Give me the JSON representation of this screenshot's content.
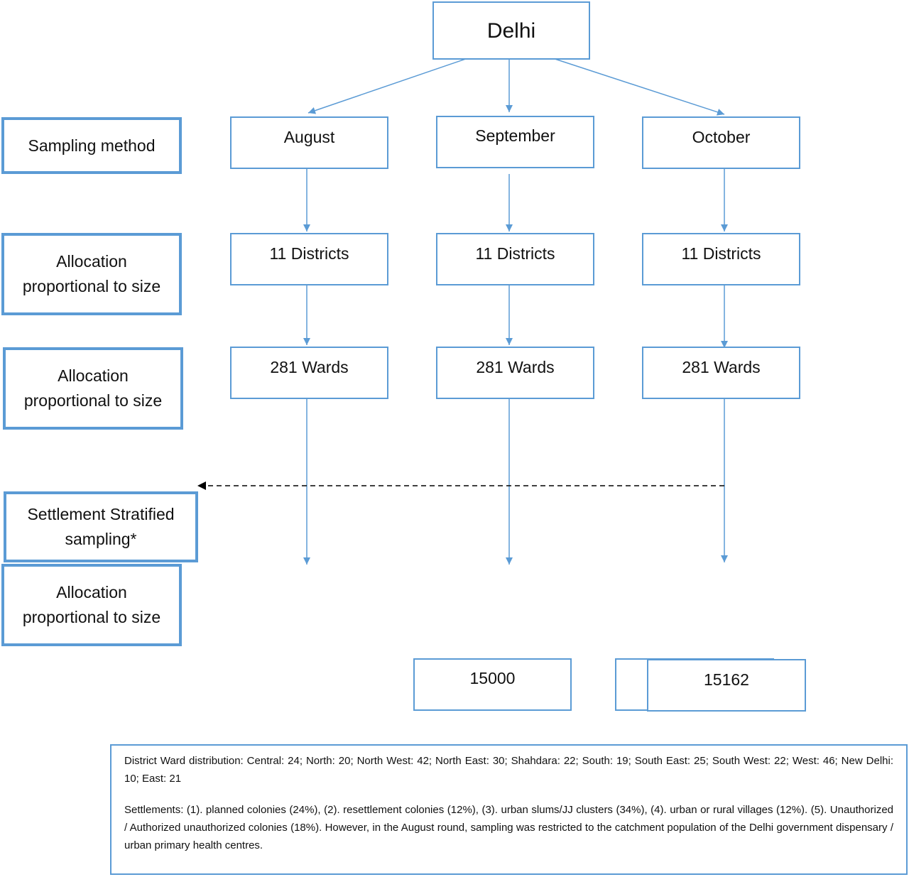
{
  "root": {
    "label": "Delhi"
  },
  "levels": {
    "sampling_method": "Sampling method",
    "allocation_1": "Allocation proportional to size",
    "allocation_2": "Allocation proportional to size",
    "settlement": "Settlement Stratified sampling*",
    "allocation_3": "Allocation proportional to size"
  },
  "months": [
    {
      "name": "August",
      "districts": "11 Districts",
      "wards": "281 Wards"
    },
    {
      "name": "September",
      "districts": "11 Districts",
      "wards": "281 Wards"
    },
    {
      "name": "October",
      "districts": "11 Districts",
      "wards": "281 Wards"
    }
  ],
  "totals": {
    "september": "15000",
    "october": "15162"
  },
  "notes": {
    "district_wards": "District Ward distribution: Central: 24; North: 20; North West:  42; North East: 30; Shahdara: 22; South: 19; South East: 25; South West: 22; West: 46; New Delhi: 10; East: 21",
    "settlements": "Settlements: (1). planned colonies (24%), (2). resettlement colonies (12%), (3). urban slums/JJ clusters (34%), (4). urban or rural villages (12%). (5). Unauthorized / Authorized unauthorized colonies (18%). However, in the August round, sampling was restricted to the catchment population of the Delhi government dispensary / urban primary health centres."
  },
  "colors": {
    "box_border": "#5b9bd5",
    "arrow": "#5b9bd5",
    "dashed_arrow": "#000000"
  }
}
